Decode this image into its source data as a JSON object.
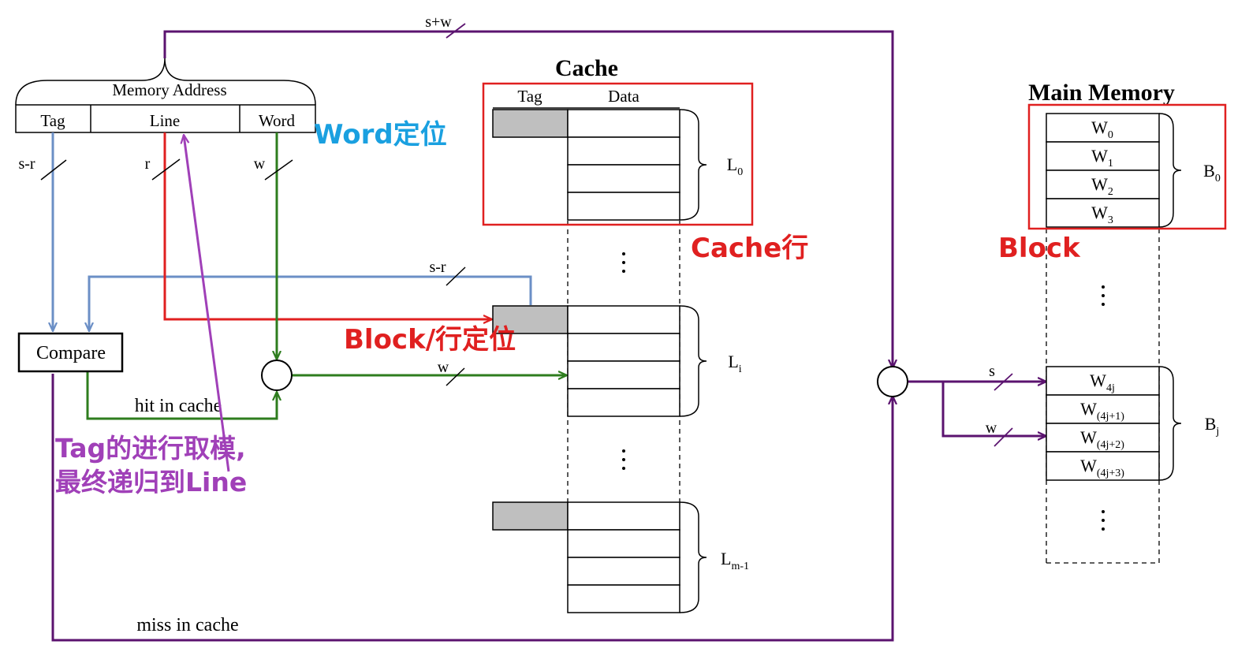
{
  "address": {
    "title": "Memory Address",
    "tag": "Tag",
    "line": "Line",
    "word": "Word"
  },
  "bus_labels": {
    "top": "s+w",
    "tag": "s-r",
    "line": "r",
    "word": "w",
    "feedback": "s-r",
    "to_data": "w",
    "to_memory_s": "s",
    "to_memory_w": "w"
  },
  "compare": {
    "label": "Compare"
  },
  "hit_label": "hit in cache",
  "miss_label": "miss in cache",
  "cache": {
    "title": "Cache",
    "col_tag": "Tag",
    "col_data": "Data",
    "line_labels": [
      {
        "base": "L",
        "sub": "0"
      },
      {
        "base": "L",
        "sub": "i"
      },
      {
        "base": "L",
        "sub": "m-1"
      }
    ]
  },
  "memory": {
    "title": "Main Memory",
    "block0_words": [
      {
        "base": "W",
        "sub": "0"
      },
      {
        "base": "W",
        "sub": "1"
      },
      {
        "base": "W",
        "sub": "2"
      },
      {
        "base": "W",
        "sub": "3"
      }
    ],
    "blockj_words": [
      {
        "base": "W",
        "sub": "4j"
      },
      {
        "base": "W",
        "sub": "(4j+1)"
      },
      {
        "base": "W",
        "sub": "(4j+2)"
      },
      {
        "base": "W",
        "sub": "(4j+3)"
      }
    ],
    "block_labels": [
      {
        "base": "B",
        "sub": "0"
      },
      {
        "base": "B",
        "sub": "j"
      }
    ]
  },
  "annotations": {
    "word": "Word定位",
    "cache_line": "Cache行",
    "block": "Block",
    "block_locate": "Block/行定位",
    "tag_mod_1": "Tag的进行取模,",
    "tag_mod_2": "最终递归到Line"
  },
  "colors": {
    "purple": "#5b136f",
    "blue": "#6b8fc6",
    "red": "#e02020",
    "green": "#2e7d1e",
    "annot_purple": "#a040b8",
    "annot_blue": "#1aa0e0",
    "gray": "#bfbfbf"
  }
}
